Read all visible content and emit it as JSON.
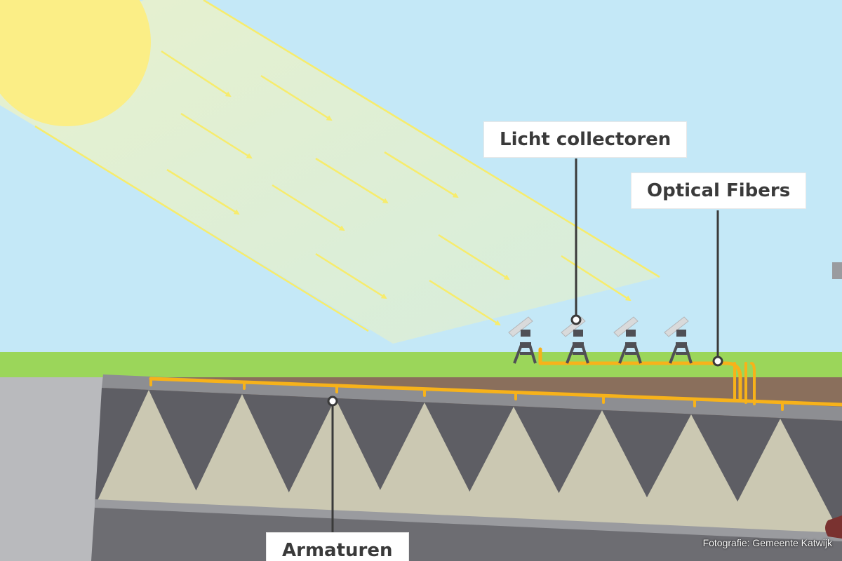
{
  "labels": {
    "collectors": "Licht collectoren",
    "fibers": "Optical Fibers",
    "armaturen": "Armaturen"
  },
  "credit": "Fotografie: Gemeente Katwijk",
  "colors": {
    "sky": "#c4e8f7",
    "sun": "#fbee86",
    "sun_beam": "#fff6a8",
    "grass": "#9bd65a",
    "fiber": "#f7b21a",
    "tunnel_ceiling": "#5e5e64",
    "tunnel_wall": "#b9babd",
    "light_cone": "#dedbc0",
    "road": "#6d6d72",
    "soil": "#8a6f5c"
  },
  "icons": [
    "sun-icon",
    "light-collector-icon"
  ]
}
